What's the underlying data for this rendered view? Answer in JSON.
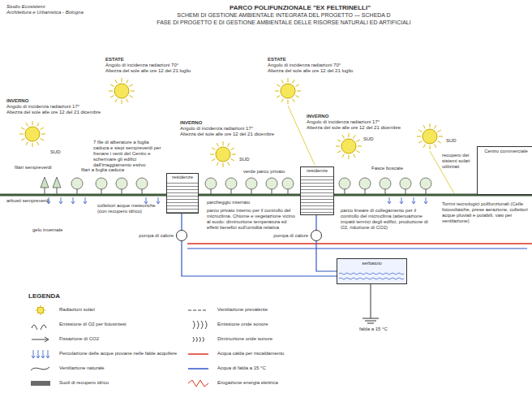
{
  "diagram": {
    "title": "PARCO POLIFUNZIONALE \"EX FELTRINELLI\"",
    "nodes": [
      {
        "text": [
          "residenze"
        ]
      },
      {
        "text": [
          "residenze"
        ]
      },
      {
        "text": [
          "Centro commerciale"
        ]
      },
      {
        "text": [
          "pompa di calore"
        ]
      },
      {
        "text": [
          "pompa di calore"
        ]
      },
      {
        "text": [
          "serbatoio"
        ]
      }
    ],
    "edges": [
      {
        "from": 0,
        "to": 3,
        "arrow": "none"
      },
      {
        "from": 1,
        "to": 4,
        "arrow": "none"
      },
      {
        "from": 3,
        "to": 5,
        "arrow": "none"
      },
      {
        "from": 4,
        "to": 5,
        "arrow": "none"
      }
    ],
    "labels": [
      "Studio Ecosistemi",
      "Architettura e Urbanistica - Bologna",
      "SCHEMI DI GESTIONE AMBIENTALE INTEGRATA DEL PROGETTO — SCHEDA D",
      "FASE DI PROGETTO E DI GESTIONE AMBIENTALE DELLE RISORSE NATURALI ED ARTIFICIALI",
      "INVERNO",
      "Angolo di incidenza radiazioni 17°",
      "Altezza del sole alle ore 12 del 21 dicembre",
      "ESTATE",
      "Angolo di incidenza radiazioni 70°",
      "Altezza del sole alle ore 12 del 21 luglio",
      "INVERNO",
      "Angolo di incidenza radiazioni 17°",
      "Altezza del sole alle ore 12 del 21 dicembre",
      "ESTATE",
      "Angolo di incidenza radiazioni 70°",
      "Altezza del sole alle ore 12 del 21 luglio",
      "INVERNO",
      "Angolo di incidenza radiazioni 17°",
      "Altezza del sole alle ore 12 del 21 dicembre",
      "SUD",
      "SUD",
      "SUD",
      "SUD",
      "filari sempreverdi",
      "filari a foglia caduca",
      "7 file di alberature a foglia caduca e siepi sempreverdi per frenare i venti del Centro e schermare gli edifici dall'irraggiamento estivo",
      "verde parco privato",
      "Fasce boscate",
      "recupero dei sistemi solari utilizzati",
      "arbusti sempreverdi",
      "collettori acque meteoriche (con recupero idrico)",
      "parcheggio interrato",
      "parco privato interno per il controllo del microclima. Chiome e vegetazione vicino al suolo: diminuzione temperatura ed effetti benefici sull'umidità relativa",
      "parco lineare di collegamento per il controllo del microclima (attenuazione impatti termici degli edifici, produzione di O2, riduzione di CO2)",
      "Torrini tecnologici polifunzionali (Celle fotovoltaiche, prese aerazione, collettori acque pluviali e potabili, vasi per ventilazione)",
      "gelo invernale",
      "falda a 15 °C",
      "LEGENDA"
    ],
    "legend": [
      {
        "text": "Radiazioni solari"
      },
      {
        "text": "Emissione di O2 per fotosintesi"
      },
      {
        "text": "Fissazione di CO2"
      },
      {
        "text": "Percolazione delle acque piovane nelle falde acquifere"
      },
      {
        "text": "Ventilazione naturale"
      },
      {
        "text": "Suoli di recupero idrico",
        "color": "#6b6b6b"
      },
      {
        "text": "Ventilazione prevalente"
      },
      {
        "text": "Emissione onde sonore"
      },
      {
        "text": "Diminuzione onde sonore"
      },
      {
        "text": "Acqua calda per riscaldamento"
      },
      {
        "text": "Acqua di falda a 15 °C"
      },
      {
        "text": "Erogazione energia elettrica"
      }
    ]
  }
}
